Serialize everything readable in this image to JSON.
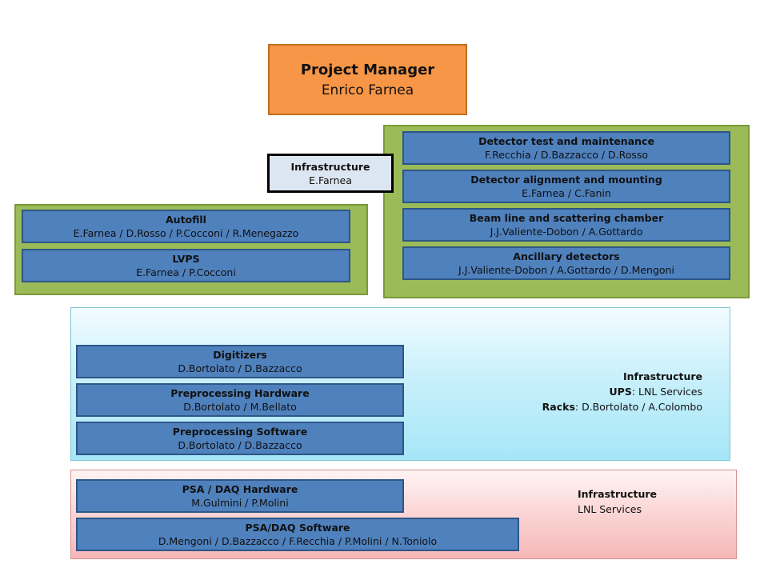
{
  "manager": {
    "title": "Project Manager",
    "name": "Enrico Farnea"
  },
  "infrastructure_top": {
    "title": "Infrastructure",
    "names": "E.Farnea"
  },
  "right_group": [
    {
      "title": "Detector test and maintenance",
      "names": "F.Recchia / D.Bazzacco / D.Rosso"
    },
    {
      "title": "Detector alignment and mounting",
      "names": "E.Farnea / C.Fanin"
    },
    {
      "title": "Beam line and scattering chamber",
      "names": "J.J.Valiente-Dobon / A.Gottardo"
    },
    {
      "title": "Ancillary detectors",
      "names": "J.J.Valiente-Dobon / A.Gottardo / D.Mengoni"
    }
  ],
  "left_group": [
    {
      "title": "Autofill",
      "names": "E.Farnea / D.Rosso / P.Cocconi / R.Menegazzo"
    },
    {
      "title": "LVPS",
      "names": "E.Farnea / P.Cocconi"
    }
  ],
  "electronics_group": [
    {
      "title": "Digitizers",
      "names": "D.Bortolato / D.Bazzacco"
    },
    {
      "title": "Preprocessing Hardware",
      "names": "D.Bortolato / M.Bellato"
    },
    {
      "title": "Preprocessing Software",
      "names": "D.Bortolato / D.Bazzacco"
    }
  ],
  "electronics_infra": {
    "title": "Infrastructure",
    "ups_label": "UPS",
    "ups_value": ": LNL Services",
    "racks_label": "Racks",
    "racks_value": ": D.Bortolato / A.Colombo"
  },
  "daq_group": [
    {
      "title": "PSA / DAQ Hardware",
      "names": "M.Gulmini / P.Molini"
    },
    {
      "title": "PSA/DAQ Software",
      "names": "D.Mengoni / D.Bazzacco / F.Recchia / P.Molini / N.Toniolo"
    }
  ],
  "daq_infra": {
    "title": "Infrastructure",
    "value": "LNL Services"
  },
  "colors": {
    "manager": "#f79646",
    "group_green": "#9bbb59",
    "box_blue": "#4f81bd",
    "infra_light": "#dce6f2",
    "panel_cyan": "#a6e6f7",
    "panel_pink": "#f6b7b7"
  }
}
